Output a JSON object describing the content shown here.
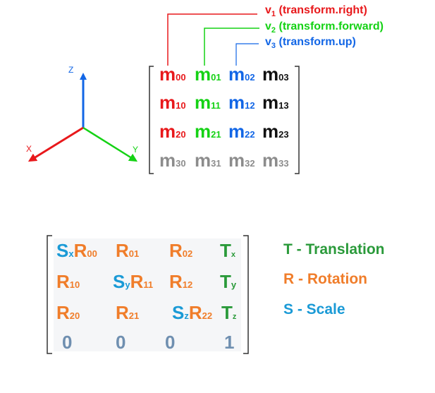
{
  "colors": {
    "red": "#e8181b",
    "green": "#15d215",
    "blue": "#1266e6",
    "black": "#111111",
    "gray": "#8c8c8c",
    "orange": "#f07d2a",
    "cyan": "#1a9ad6",
    "darkgreen": "#2a9a3a",
    "slate": "#6f8fb0"
  },
  "axes": {
    "z": "Z",
    "x": "X",
    "y": "Y"
  },
  "labels": {
    "v1": {
      "v": "v",
      "n": "1",
      "text": "(transform.right)"
    },
    "v2": {
      "v": "v",
      "n": "2",
      "text": "(transform.forward)"
    },
    "v3": {
      "v": "v",
      "n": "3",
      "text": "(transform.up)"
    }
  },
  "matrix1": [
    [
      {
        "m": "m",
        "s": "00"
      },
      {
        "m": "m",
        "s": "01"
      },
      {
        "m": "m",
        "s": "02"
      },
      {
        "m": "m",
        "s": "03"
      }
    ],
    [
      {
        "m": "m",
        "s": "10"
      },
      {
        "m": "m",
        "s": "11"
      },
      {
        "m": "m",
        "s": "12"
      },
      {
        "m": "m",
        "s": "13"
      }
    ],
    [
      {
        "m": "m",
        "s": "20"
      },
      {
        "m": "m",
        "s": "21"
      },
      {
        "m": "m",
        "s": "22"
      },
      {
        "m": "m",
        "s": "23"
      }
    ],
    [
      {
        "m": "m",
        "s": "30"
      },
      {
        "m": "m",
        "s": "31"
      },
      {
        "m": "m",
        "s": "32"
      },
      {
        "m": "m",
        "s": "33"
      }
    ]
  ],
  "matrix2": {
    "r0": {
      "c0a": "S",
      "c0as": "x",
      "c0b": "R",
      "c0bs": "00",
      "c1": "R",
      "c1s": "01",
      "c2": "R",
      "c2s": "02",
      "c3": "T",
      "c3s": "x"
    },
    "r1": {
      "c0": "R",
      "c0s": "10",
      "c1a": "S",
      "c1as": "y",
      "c1b": "R",
      "c1bs": "11",
      "c2": "R",
      "c2s": "12",
      "c3": "T",
      "c3s": "y"
    },
    "r2": {
      "c0": "R",
      "c0s": "20",
      "c1": "R",
      "c1s": "21",
      "c2a": "S",
      "c2as": "z",
      "c2b": "R",
      "c2bs": "22",
      "c3": "T",
      "c3s": "z"
    },
    "r3": {
      "c0": "0",
      "c1": "0",
      "c2": "0",
      "c3": "1"
    }
  },
  "legend": {
    "t": "T - Translation",
    "r": "R - Rotation",
    "s": "S - Scale"
  }
}
